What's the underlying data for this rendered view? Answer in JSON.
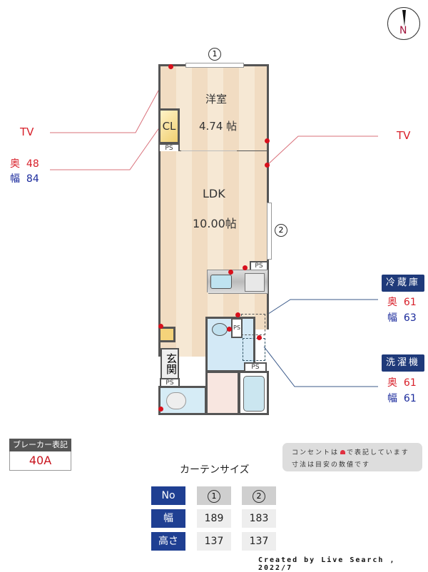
{
  "compass": {
    "label": "N"
  },
  "rooms": {
    "western": {
      "name": "洋室",
      "size": "4.74 帖"
    },
    "ldk": {
      "name": "LDK",
      "size": "10.00帖"
    },
    "closet": "CL",
    "entrance": "玄関",
    "ps": "PS"
  },
  "windows": {
    "w1": "1",
    "w2": "2"
  },
  "annotations": {
    "tv_left": "TV",
    "tv_right": "TV",
    "left_dims": {
      "depth_label": "奥",
      "depth": "48",
      "width_label": "幅",
      "width": "84"
    },
    "fridge": {
      "title": "冷蔵庫",
      "depth_label": "奥",
      "depth": "61",
      "width_label": "幅",
      "width": "63"
    },
    "washer": {
      "title": "洗濯機",
      "depth_label": "奥",
      "depth": "61",
      "width_label": "幅",
      "width": "61"
    }
  },
  "breaker": {
    "title": "ブレーカー表記",
    "value": "40A"
  },
  "notes": {
    "line1a": "コンセントは",
    "line1b": "で表記しています",
    "line2": "寸法は目安の数値です"
  },
  "curtain": {
    "title": "カーテンサイズ",
    "headers": {
      "no": "No",
      "width": "幅",
      "height": "高さ"
    },
    "columns": [
      {
        "no": "1",
        "width": "189",
        "height": "137"
      },
      {
        "no": "2",
        "width": "183",
        "height": "137"
      }
    ]
  },
  "footer": "Created by Live Search , 2022/7",
  "colors": {
    "outlet": "#d8101c",
    "navy": "#1f3f92",
    "red_text": "#d8202a",
    "blue_text": "#1a2a9c"
  }
}
